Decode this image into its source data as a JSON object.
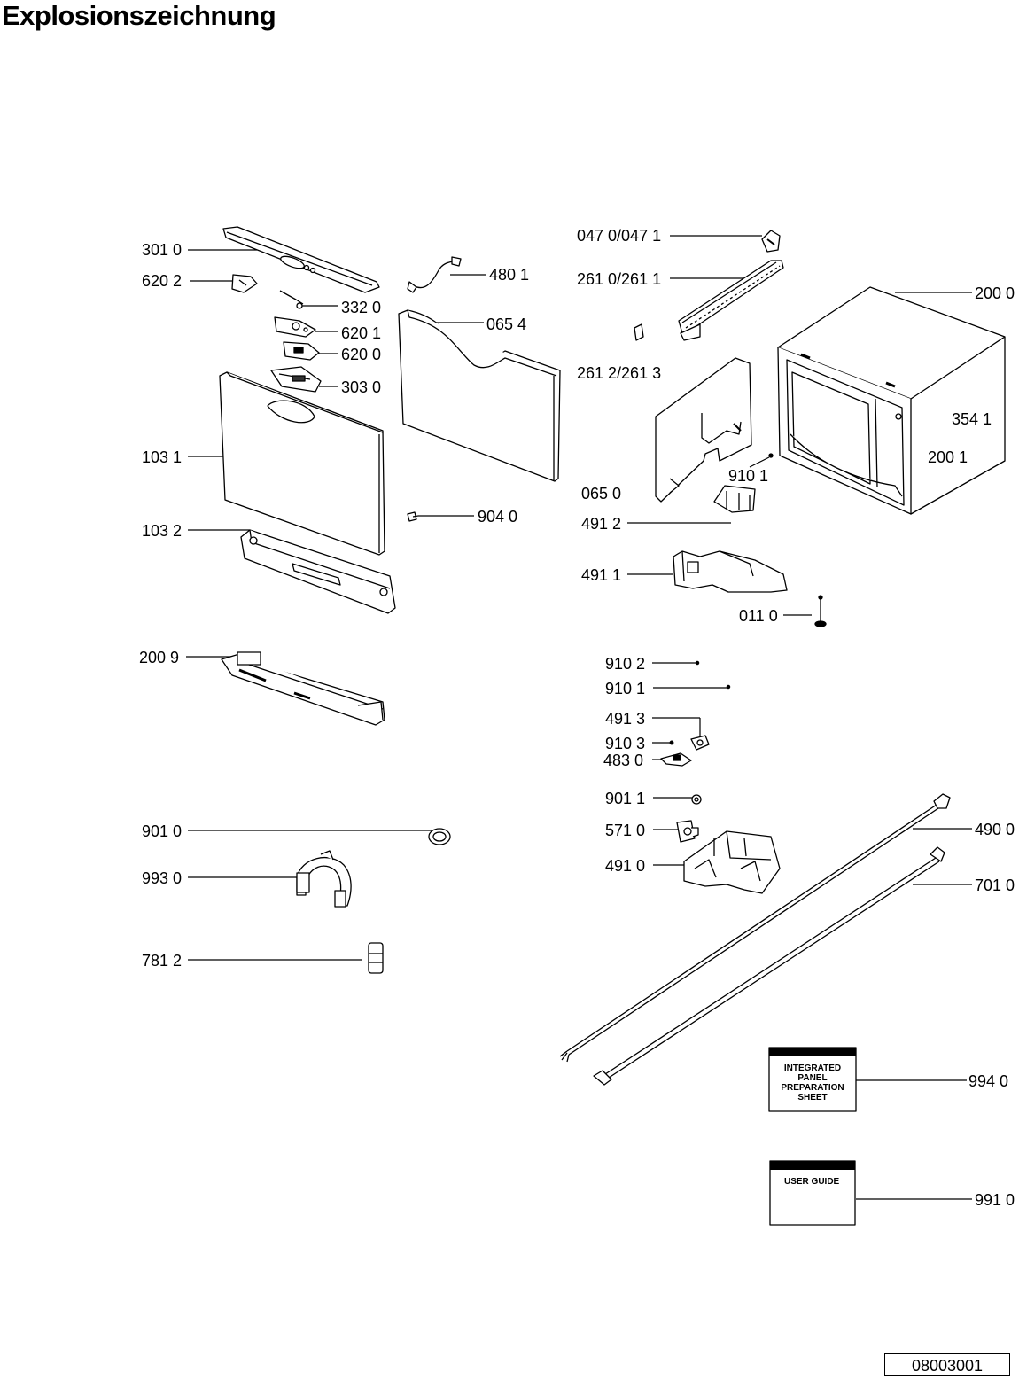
{
  "title": "Explosionszeichnung",
  "doc_number": "08003001",
  "labels": {
    "l301_0": "301 0",
    "l620_2": "620 2",
    "l332_0": "332 0",
    "l620_1": "620 1",
    "l620_0": "620 0",
    "l303_0": "303 0",
    "l103_1": "103 1",
    "l103_2": "103 2",
    "l480_1": "480 1",
    "l065_4": "065 4",
    "l904_0": "904 0",
    "l200_9": "200 9",
    "l901_0": "901 0",
    "l993_0": "993 0",
    "l781_2": "781 2",
    "l047": "047 0/047 1",
    "l261": "261 0/261 1",
    "l261_2": "261 2/261 3",
    "l200_0": "200 0",
    "l354_1": "354 1",
    "l200_1": "200 1",
    "l910_1a": "910 1",
    "l065_0": "065 0",
    "l491_2": "491 2",
    "l491_1": "491 1",
    "l011_0": "011 0",
    "l910_2": "910 2",
    "l910_1b": "910 1",
    "l491_3": "491 3",
    "l910_3": "910 3",
    "l483_0": "483 0",
    "l901_1": "901 1",
    "l571_0": "571 0",
    "l491_0": "491 0",
    "l490_0": "490 0",
    "l701_0": "701 0",
    "l994_0": "994 0",
    "l991_0": "991 0"
  },
  "docs": {
    "integrated": "INTEGRATED PANEL PREPARATION SHEET",
    "user_guide": "USER GUIDE"
  }
}
